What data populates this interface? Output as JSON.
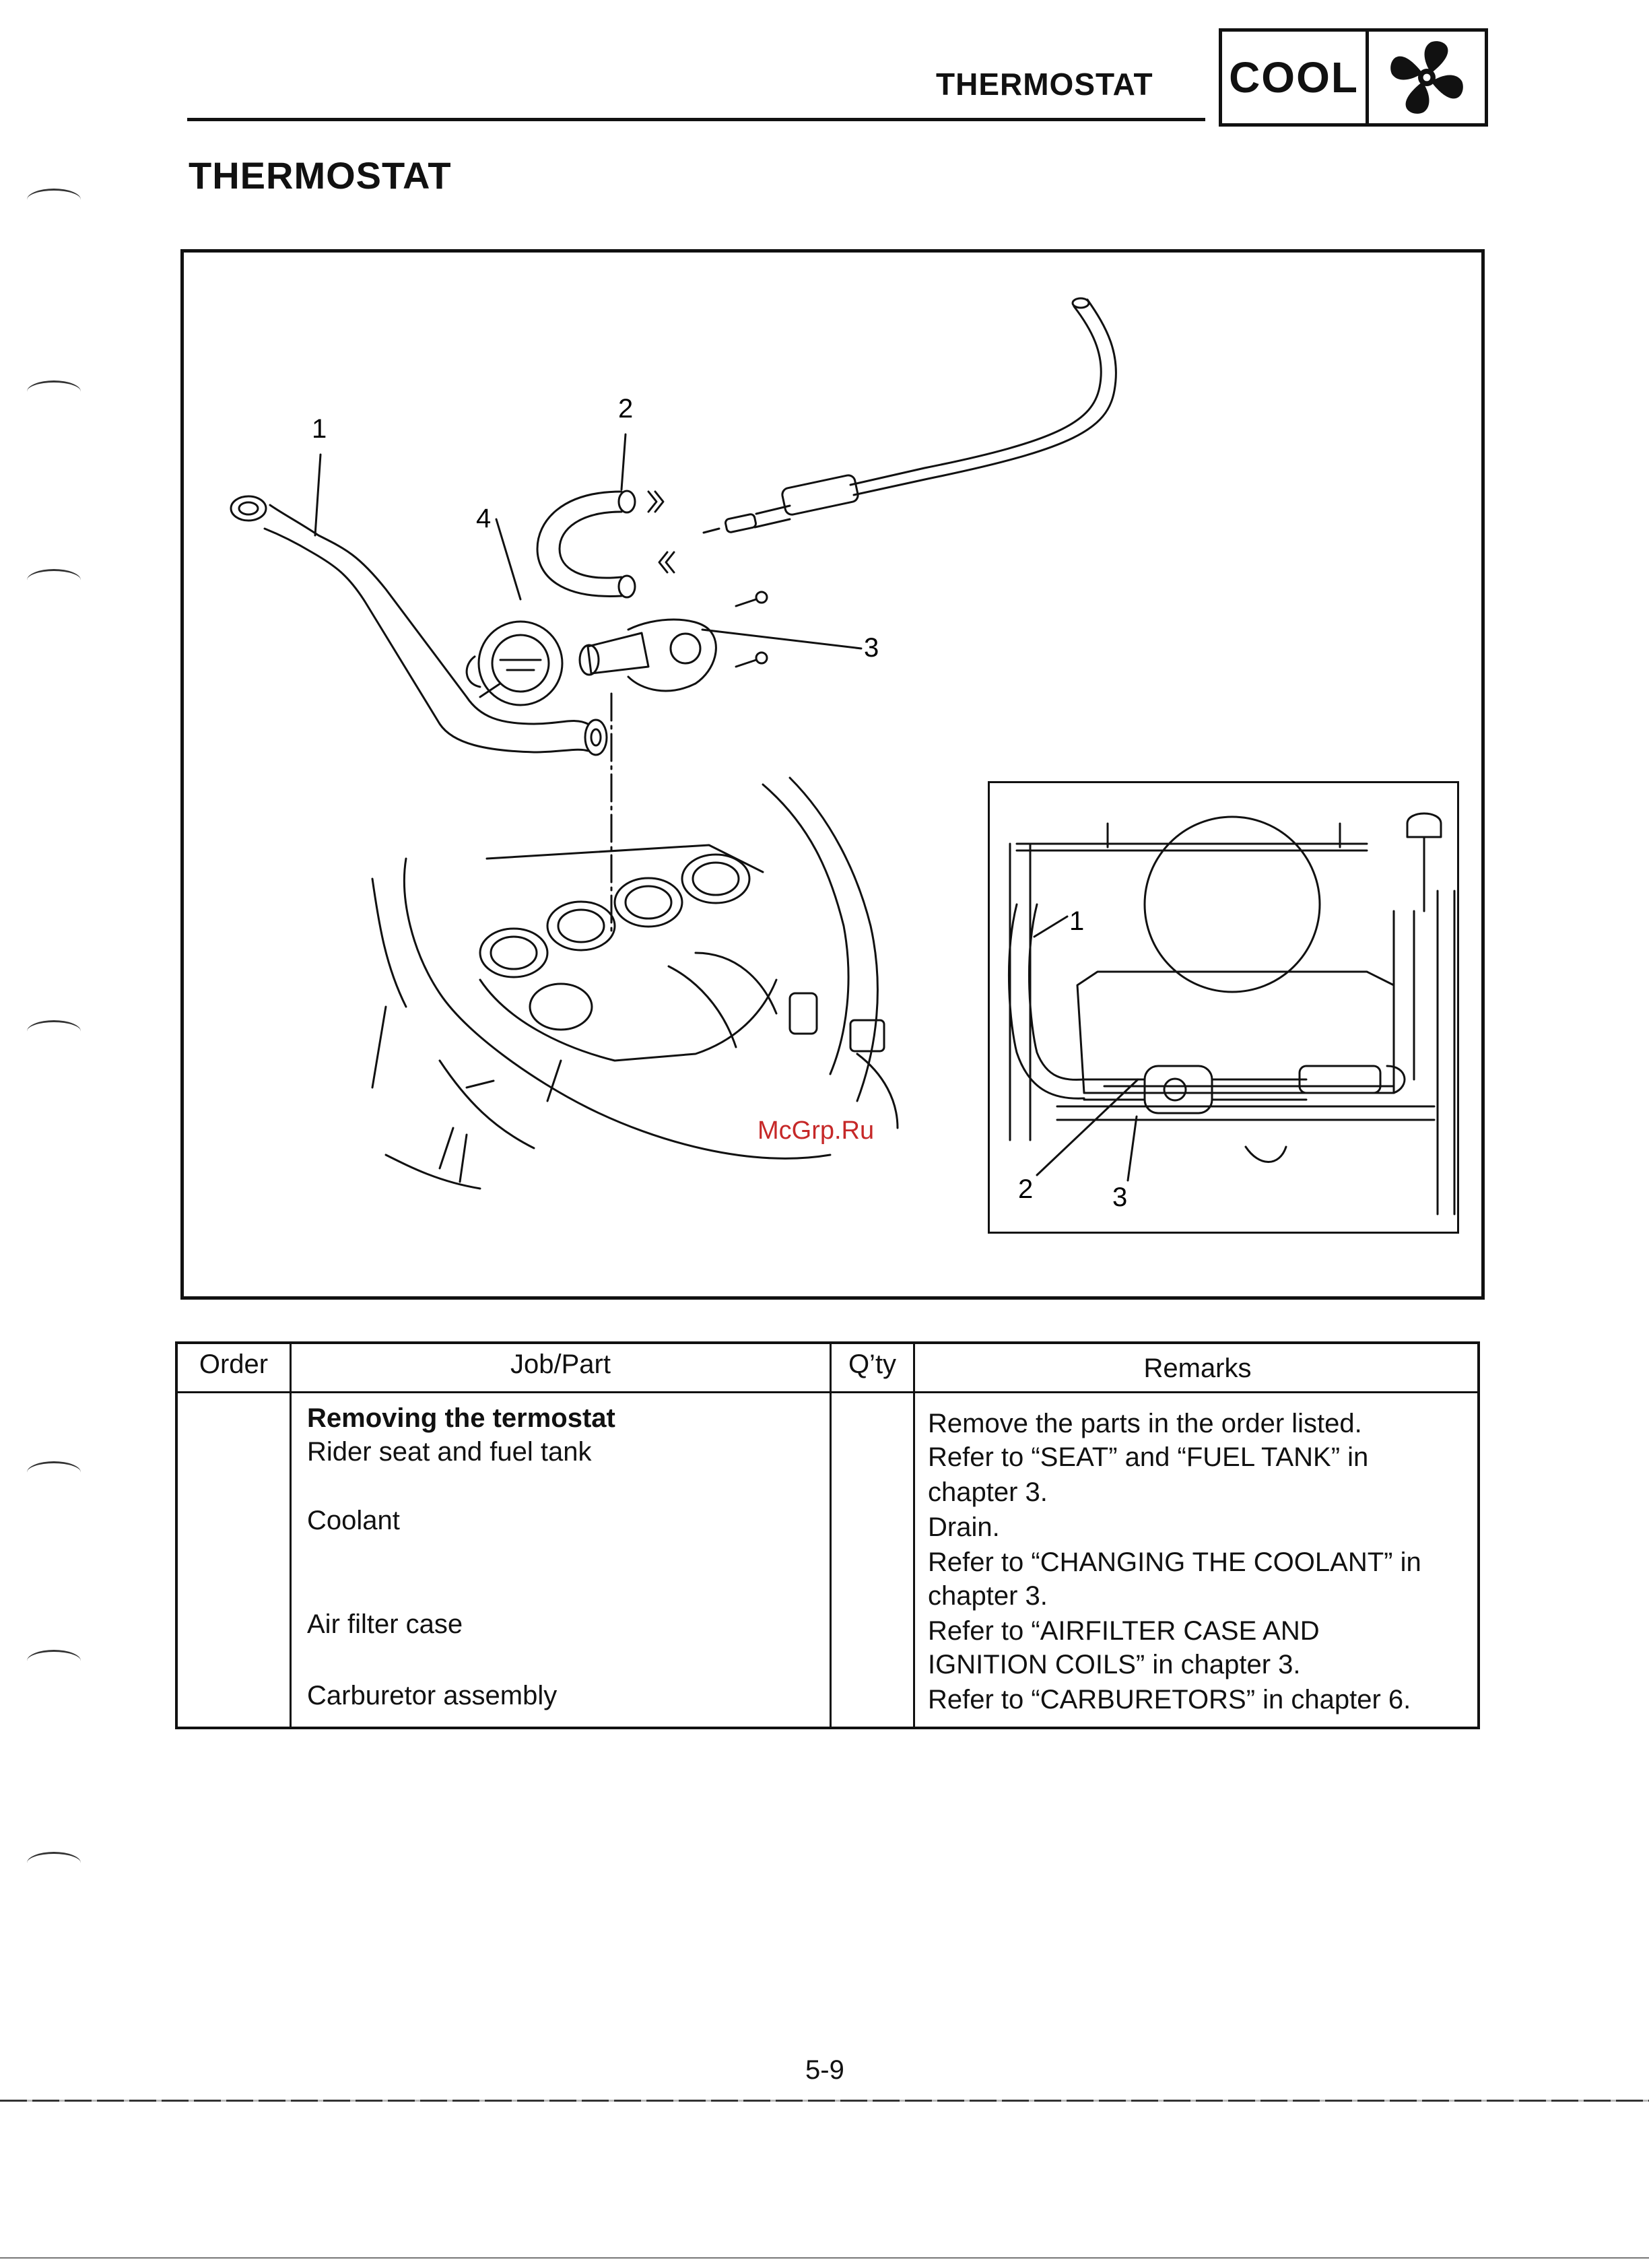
{
  "header": {
    "section_title": "THERMOSTAT",
    "chapter_tab": "COOL",
    "chapter_icon": "fan-icon"
  },
  "page_title": "THERMOSTAT",
  "figure": {
    "main_callouts": [
      "1",
      "2",
      "3",
      "4"
    ],
    "inset_callouts": [
      "1",
      "2",
      "3"
    ],
    "watermark": "McGrp.Ru"
  },
  "table": {
    "col_order": "Order",
    "col_job_part": "Job/Part",
    "col_qty": "Q’ty",
    "col_remarks": "Remarks",
    "section_heading": "Removing the termostat",
    "rows": [
      {
        "order": "",
        "job": "Rider seat and fuel tank",
        "qty": "",
        "remarks": [
          "Remove the parts in the order listed.",
          "Refer to “SEAT” and “FUEL TANK” in",
          "chapter 3."
        ]
      },
      {
        "order": "",
        "job": "Coolant",
        "qty": "",
        "remarks": [
          "Drain.",
          "Refer to “CHANGING THE COOLANT” in",
          "chapter 3."
        ]
      },
      {
        "order": "",
        "job": "Air filter case",
        "qty": "",
        "remarks": [
          "Refer to “AIRFILTER CASE AND",
          "IGNITION COILS” in chapter 3."
        ]
      },
      {
        "order": "",
        "job": "Carburetor assembly",
        "qty": "",
        "remarks": [
          "Refer to “CARBURETORS” in chapter 6."
        ]
      }
    ]
  },
  "page_number": "5-9"
}
